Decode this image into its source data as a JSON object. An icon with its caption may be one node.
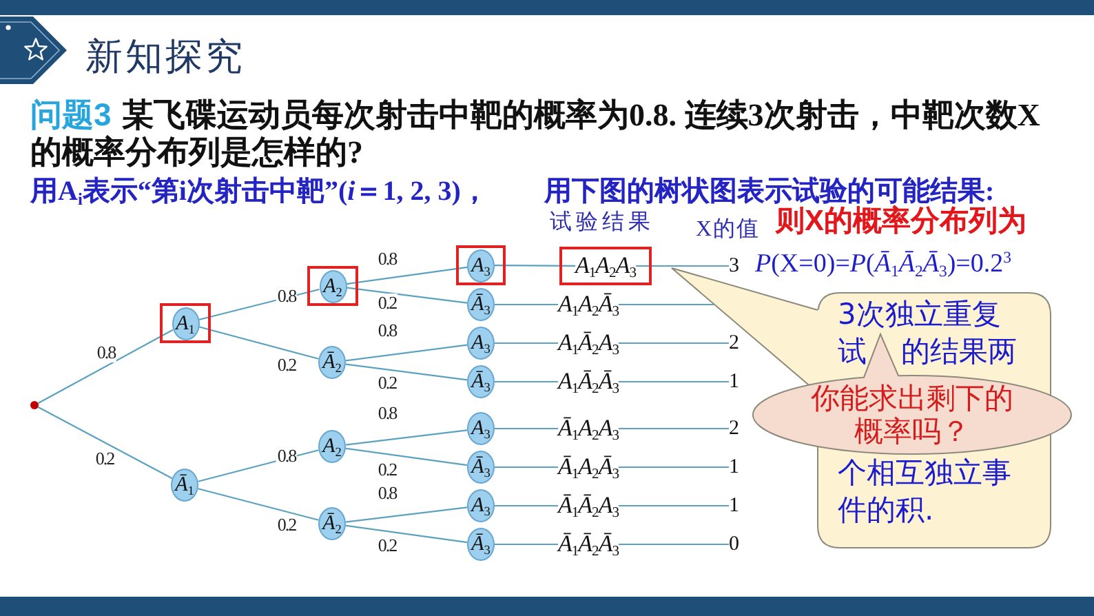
{
  "diagram": {
    "title": "新知探究",
    "nodes": [
      {
        "text": [],
        "shape": "circle"
      },
      {
        "text": [],
        "shape": "box"
      },
      {
        "text": [
          "*A*$_{1}$"
        ],
        "in": 1
      },
      {
        "text": [
          "*Ā*$_{1}$"
        ]
      },
      {
        "text": [],
        "shape": "box"
      },
      {
        "text": [
          "*A*$_{2}$"
        ],
        "in": 4
      },
      {
        "text": [
          "*Ā*$_{2}$"
        ]
      },
      {
        "text": [
          "*A*$_{2}$"
        ]
      },
      {
        "text": [
          "*Ā*$_{2}$"
        ]
      },
      {
        "text": [],
        "shape": "box"
      },
      {
        "text": [
          "*A*$_{3}$"
        ],
        "in": 9
      },
      {
        "text": [
          "*Ā*$_{3}$"
        ]
      },
      {
        "text": [
          "*A*$_{3}$"
        ]
      },
      {
        "text": [
          "*Ā*$_{3}$"
        ]
      },
      {
        "text": [
          "*A*$_{3}$"
        ]
      },
      {
        "text": [
          "*Ā*$_{3}$"
        ]
      },
      {
        "text": [
          "*A*$_{3}$"
        ]
      },
      {
        "text": [
          "*Ā*$_{3}$"
        ]
      },
      {
        "text": [],
        "shape": "box"
      },
      {
        "text": [
          "*A*$_{1}$*A*$_{2}$*A*$_{3}$"
        ],
        "in": 18
      },
      {
        "text": [
          "*A*$_{1}$*A*$_{2}$*Ā*$_{3}$"
        ]
      },
      {
        "text": [
          "*A*$_{1}$*Ā*$_{2}$*A*$_{3}$"
        ]
      },
      {
        "text": [
          "*A*$_{1}$*Ā*$_{2}$*Ā*$_{3}$"
        ]
      },
      {
        "text": [
          "*Ā*$_{1}$*A*$_{2}$*A*$_{3}$"
        ]
      },
      {
        "text": [
          "*Ā*$_{1}$*A*$_{2}$*Ā*$_{3}$"
        ]
      },
      {
        "text": [
          "*Ā*$_{1}$*Ā*$_{2}$*A*$_{3}$"
        ]
      },
      {
        "text": [
          "*Ā*$_{1}$*Ā*$_{2}$*Ā*$_{3}$"
        ]
      },
      {
        "text": [
          "3"
        ]
      },
      {
        "text": [
          "2"
        ]
      },
      {
        "text": [
          "1"
        ]
      },
      {
        "text": [
          "2"
        ]
      },
      {
        "text": [
          "1"
        ]
      },
      {
        "text": [
          "1"
        ]
      },
      {
        "text": [
          "0"
        ]
      },
      {
        "text": [
          "3次独立重复",
          "试",
          "的结果两",
          "个相互独立事件的积."
        ]
      },
      {
        "text": [
          "你能求出剩下的概率吗？"
        ]
      }
    ],
    "edges": [
      {
        "from": 0,
        "to": 2,
        "arrow": "none",
        "label": "0.8"
      },
      {
        "from": 0,
        "to": 3,
        "arrow": "none",
        "label": "0.2"
      },
      {
        "from": 2,
        "to": 5,
        "arrow": "none",
        "label": "0.8"
      },
      {
        "from": 2,
        "to": 6,
        "arrow": "none",
        "label": "0.2"
      },
      {
        "from": 3,
        "to": 7,
        "arrow": "none",
        "label": "0.8"
      },
      {
        "from": 3,
        "to": 8,
        "arrow": "none",
        "label": "0.2"
      },
      {
        "from": 5,
        "to": 10,
        "arrow": "none",
        "label": "0.8"
      },
      {
        "from": 5,
        "to": 11,
        "arrow": "none",
        "label": "0.2"
      },
      {
        "from": 6,
        "to": 12,
        "arrow": "none",
        "label": "0.8"
      },
      {
        "from": 6,
        "to": 13,
        "arrow": "none",
        "label": "0.2"
      },
      {
        "from": 7,
        "to": 14,
        "arrow": "none",
        "label": "0.8"
      },
      {
        "from": 7,
        "to": 15,
        "arrow": "none",
        "label": "0.2"
      },
      {
        "from": 8,
        "to": 16,
        "arrow": "none",
        "label": "0.8"
      },
      {
        "from": 8,
        "to": 17,
        "arrow": "none",
        "label": "0.2"
      },
      {
        "from": 10,
        "to": 19,
        "arrow": "none"
      },
      {
        "from": 11,
        "to": 20,
        "arrow": "none"
      },
      {
        "from": 12,
        "to": 21,
        "arrow": "none"
      },
      {
        "from": 13,
        "to": 22,
        "arrow": "none"
      },
      {
        "from": 14,
        "to": 23,
        "arrow": "none"
      },
      {
        "from": 15,
        "to": 24,
        "arrow": "none"
      },
      {
        "from": 16,
        "to": 25,
        "arrow": "none"
      },
      {
        "from": 17,
        "to": 26,
        "arrow": "none"
      },
      {
        "from": 19,
        "to": 27,
        "arrow": "none"
      },
      {
        "from": 20,
        "to": null,
        "arrow": "none"
      },
      {
        "from": 21,
        "to": 28,
        "arrow": "none"
      },
      {
        "from": 22,
        "to": 29,
        "arrow": "none"
      },
      {
        "from": 23,
        "to": 30,
        "arrow": "none"
      },
      {
        "from": 24,
        "to": 31,
        "arrow": "none"
      },
      {
        "from": 25,
        "to": 32,
        "arrow": "none"
      },
      {
        "from": 26,
        "to": 33,
        "arrow": "none"
      }
    ],
    "labels": [
      "问题3",
      "某飞碟运动员每次射击中靶的概率为0.8. 连续3次射击，中靶次数X的概率分布列是怎样的?",
      "用A$_{i}$表示“第i次射击中靶”(*i*＝1, 2, 3)，",
      "用下图的树状图表示试验的可能结果:",
      "试验结果",
      "X的值",
      "则X的概率分布列为",
      "*P*(X=0)=*P*(*Ā*$_{1}$*Ā*$_{2}$*Ā*$_{3}$)=0.2$^{3}$"
    ]
  }
}
